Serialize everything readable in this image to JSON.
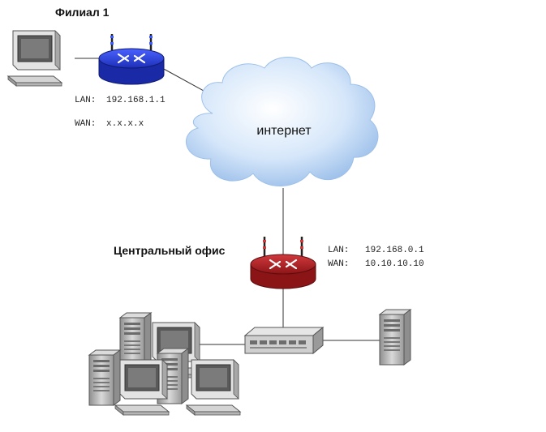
{
  "branch": {
    "title": "Филиал 1",
    "lan_label": "LAN:",
    "lan_ip": "192.168.1.1",
    "wan_label": "WAN:",
    "wan_ip": "x.x.x.x"
  },
  "internet": {
    "label": "интернет"
  },
  "central": {
    "title": "Центральный офис",
    "lan_label": "LAN:",
    "lan_ip": "192.168.0.1",
    "wan_label": "WAN:",
    "wan_ip": "10.10.10.10"
  },
  "colors": {
    "branch_router": "#2b3fd6",
    "central_router": "#a81f22",
    "cloud": "#cfe3f7",
    "lines": "#333333"
  },
  "icons": [
    "desktop-computer-icon",
    "router-icon",
    "cloud-icon",
    "switch-icon",
    "server-tower-icon"
  ]
}
